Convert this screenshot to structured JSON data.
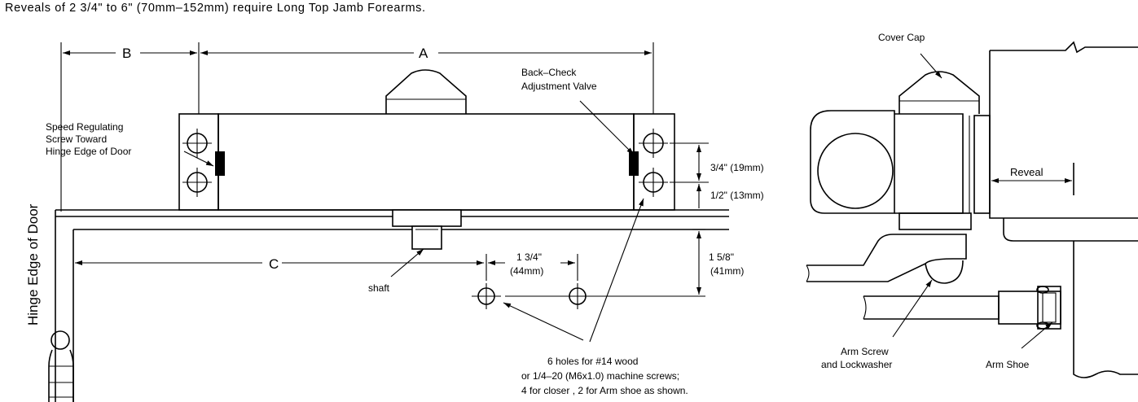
{
  "header_note": "Reveals of 2 3/4\" to 6\" (70mm–152mm) require Long Top Jamb Forearms.",
  "dimensions": {
    "a": "A",
    "b": "B",
    "c": "C",
    "three_quarter": "3/4\" (19mm)",
    "one_half": "1/2\" (13mm)",
    "one_five_eighths_a": "1 5/8\"",
    "one_five_eighths_b": "(41mm)",
    "one_three_quarter_a": "1 3/4\"",
    "one_three_quarter_b": "(44mm)"
  },
  "labels": {
    "speed_regulating": [
      "Speed Regulating",
      "Screw Toward",
      "Hinge Edge of Door"
    ],
    "back_check": [
      "Back–Check",
      "Adjustment Valve"
    ],
    "hinge_edge": "Hinge Edge of Door",
    "shaft": "shaft",
    "holes_note": [
      "6 holes for #14 wood",
      "or 1/4–20 (M6x1.0) machine screws;",
      "4 for closer , 2 for Arm shoe as shown."
    ],
    "cover_cap": "Cover Cap",
    "reveal": "Reveal",
    "arm_screw": [
      "Arm Screw",
      "and Lockwasher"
    ],
    "arm_shoe": "Arm Shoe"
  }
}
